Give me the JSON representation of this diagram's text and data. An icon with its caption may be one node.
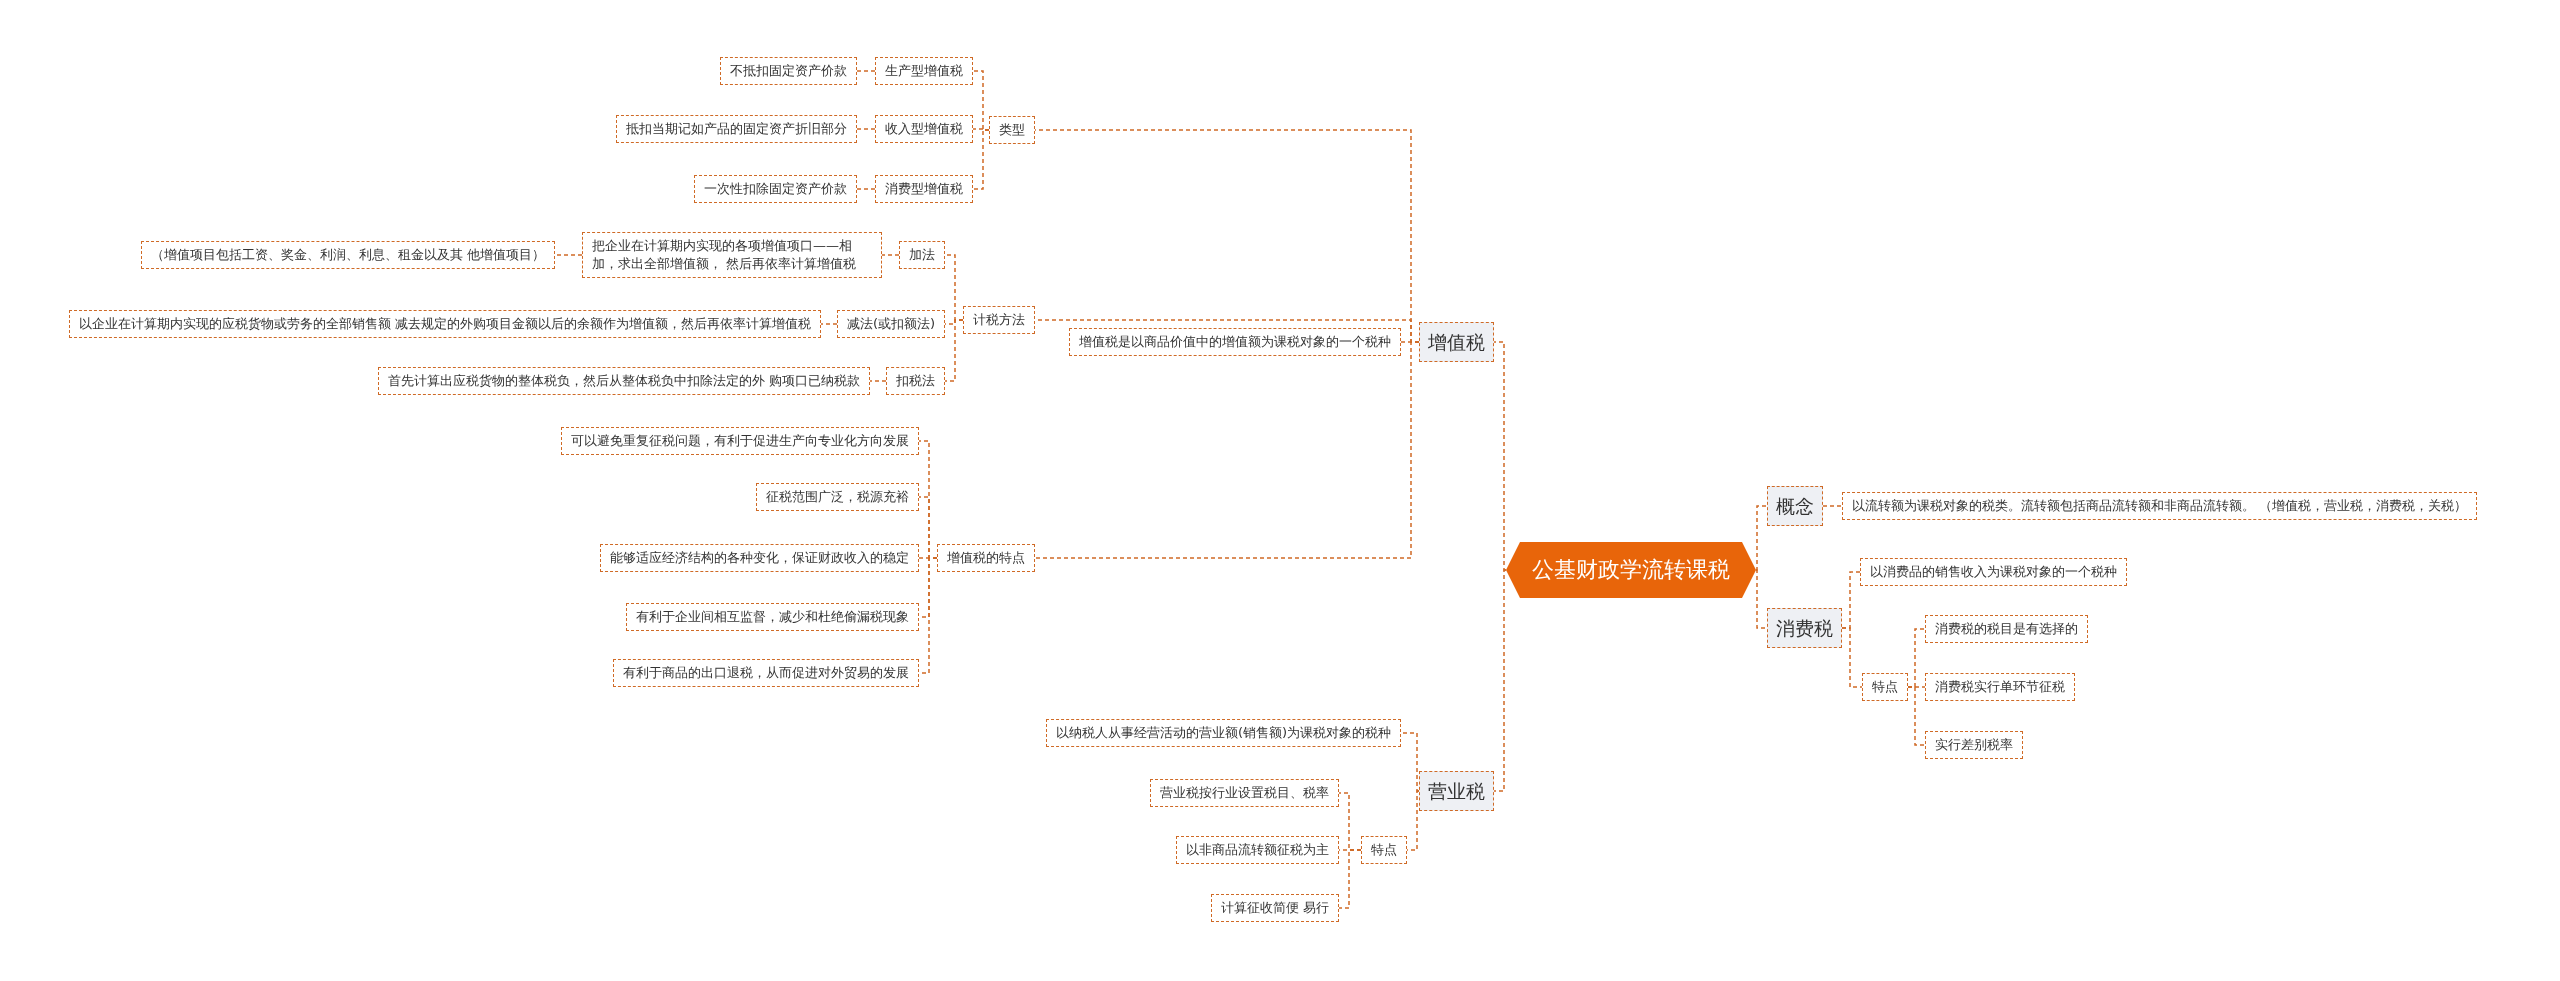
{
  "diagram": {
    "nodes": [
      {
        "text": [
          "公基财政学流转课税"
        ]
      },
      {
        "text": [
          "增值税"
        ]
      },
      {
        "text": [
          "增值税是以商品价值中的增值额为课税对象的一个税种"
        ]
      },
      {
        "text": [
          "类型"
        ]
      },
      {
        "text": [
          "生产型增值税"
        ]
      },
      {
        "text": [
          "不抵扣固定资产价款"
        ]
      },
      {
        "text": [
          "收入型增值税"
        ]
      },
      {
        "text": [
          "抵扣当期记如产品的固定资产折旧部分"
        ]
      },
      {
        "text": [
          "消费型增值税"
        ]
      },
      {
        "text": [
          "一次性扣除固定资产价款"
        ]
      },
      {
        "text": [
          "计税方法"
        ]
      },
      {
        "text": [
          "加法"
        ]
      },
      {
        "text": [
          "把企业在计算期内实现的各项增值项口——相加，求出全部增值额， 然后再依率计算增值税"
        ]
      },
      {
        "text": [
          "（增值项目包括工资、奖金、利润、利息、租金以及其 他增值项目）"
        ]
      },
      {
        "text": [
          "减法(或扣额法)"
        ]
      },
      {
        "text": [
          "以企业在计算期内实现的应税货物或劳务的全部销售额 减去规定的外购项目金额以后的余额作为增值额，然后再依率计算增值税"
        ]
      },
      {
        "text": [
          "扣税法"
        ]
      },
      {
        "text": [
          "首先计算出应税货物的整体税负，然后从整体税负中扣除法定的外 购项口已纳税款"
        ]
      },
      {
        "text": [
          "增值税的特点"
        ]
      },
      {
        "text": [
          "可以避免重复征税问题，有利于促进生产向专业化方向发展"
        ]
      },
      {
        "text": [
          "征税范围广泛，税源充裕"
        ]
      },
      {
        "text": [
          "能够适应经济结构的各种变化，保证财政收入的稳定"
        ]
      },
      {
        "text": [
          "有利于企业间相互监督，减少和杜绝偷漏税现象"
        ]
      },
      {
        "text": [
          "有利于商品的出口退税，从而促进对外贸易的发展"
        ]
      },
      {
        "text": [
          "营业税"
        ]
      },
      {
        "text": [
          "以纳税人从事经营活动的营业额(销售额)为课税对象的税种"
        ]
      },
      {
        "text": [
          "特点"
        ]
      },
      {
        "text": [
          "营业税按行业设置税目、税率"
        ]
      },
      {
        "text": [
          "以非商品流转额征税为主"
        ]
      },
      {
        "text": [
          "计算征收简便 易行"
        ]
      },
      {
        "text": [
          "概念"
        ]
      },
      {
        "text": [
          "以流转额为课税对象的税类。流转额包括商品流转额和非商品流转额。 （增值税，营业税，消费税，关税）"
        ]
      },
      {
        "text": [
          "消费税"
        ]
      },
      {
        "text": [
          "以消费品的销售收入为课税对象的一个税种"
        ]
      },
      {
        "text": [
          "特点"
        ]
      },
      {
        "text": [
          "消费税的税目是有选择的"
        ]
      },
      {
        "text": [
          "消费税实行单环节征税"
        ]
      },
      {
        "text": [
          "实行差别税率"
        ]
      }
    ],
    "edges": [
      {
        "from": 0,
        "to": 1,
        "arrow": "none"
      },
      {
        "from": 1,
        "to": 2,
        "arrow": "none"
      },
      {
        "from": 1,
        "to": 3,
        "arrow": "none"
      },
      {
        "from": 3,
        "to": 4,
        "arrow": "none"
      },
      {
        "from": 4,
        "to": 5,
        "arrow": "none"
      },
      {
        "from": 3,
        "to": 6,
        "arrow": "none"
      },
      {
        "from": 6,
        "to": 7,
        "arrow": "none"
      },
      {
        "from": 3,
        "to": 8,
        "arrow": "none"
      },
      {
        "from": 8,
        "to": 9,
        "arrow": "none"
      },
      {
        "from": 1,
        "to": 10,
        "arrow": "none"
      },
      {
        "from": 10,
        "to": 11,
        "arrow": "none"
      },
      {
        "from": 11,
        "to": 12,
        "arrow": "none"
      },
      {
        "from": 12,
        "to": 13,
        "arrow": "none"
      },
      {
        "from": 10,
        "to": 14,
        "arrow": "none"
      },
      {
        "from": 14,
        "to": 15,
        "arrow": "none"
      },
      {
        "from": 10,
        "to": 16,
        "arrow": "none"
      },
      {
        "from": 16,
        "to": 17,
        "arrow": "none"
      },
      {
        "from": 1,
        "to": 18,
        "arrow": "none"
      },
      {
        "from": 18,
        "to": 19,
        "arrow": "none"
      },
      {
        "from": 18,
        "to": 20,
        "arrow": "none"
      },
      {
        "from": 18,
        "to": 21,
        "arrow": "none"
      },
      {
        "from": 18,
        "to": 22,
        "arrow": "none"
      },
      {
        "from": 18,
        "to": 23,
        "arrow": "none"
      },
      {
        "from": 0,
        "to": 24,
        "arrow": "none"
      },
      {
        "from": 24,
        "to": 25,
        "arrow": "none"
      },
      {
        "from": 24,
        "to": 26,
        "arrow": "none"
      },
      {
        "from": 26,
        "to": 27,
        "arrow": "none"
      },
      {
        "from": 26,
        "to": 28,
        "arrow": "none"
      },
      {
        "from": 26,
        "to": 29,
        "arrow": "none"
      },
      {
        "from": 0,
        "to": 30,
        "arrow": "none"
      },
      {
        "from": 30,
        "to": 31,
        "arrow": "none"
      },
      {
        "from": 0,
        "to": 32,
        "arrow": "none"
      },
      {
        "from": 32,
        "to": 33,
        "arrow": "none"
      },
      {
        "from": 32,
        "to": 34,
        "arrow": "none"
      },
      {
        "from": 34,
        "to": 35,
        "arrow": "none"
      },
      {
        "from": 34,
        "to": 36,
        "arrow": "none"
      },
      {
        "from": 34,
        "to": 37,
        "arrow": "none"
      }
    ]
  }
}
